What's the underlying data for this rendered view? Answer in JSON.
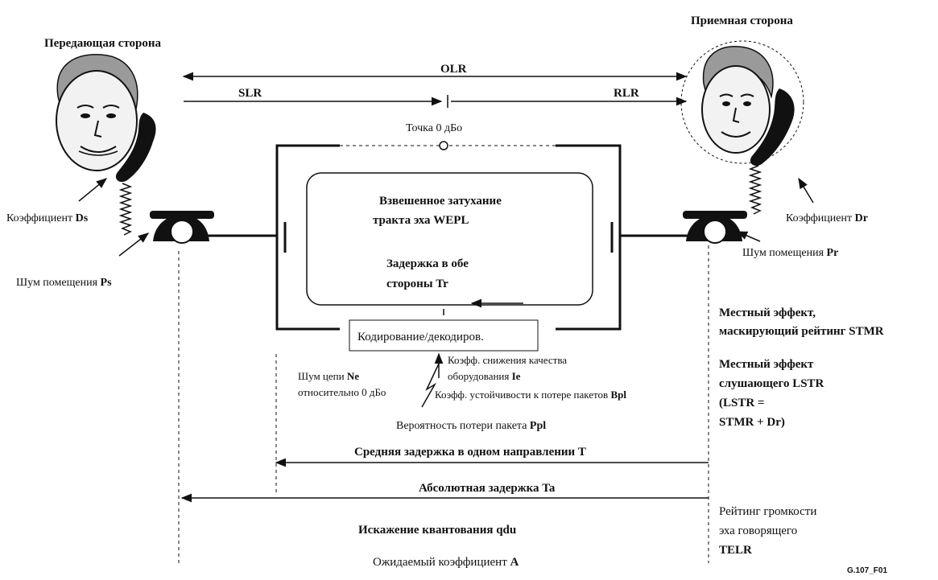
{
  "parties": {
    "sender_title": "Передающая сторона",
    "receiver_title": "Приемная сторона"
  },
  "ratings": {
    "olr": "OLR",
    "slr": "SLR",
    "rlr": "RLR",
    "zero_point": "Точка 0 дБо"
  },
  "sender": {
    "coef_prefix": "Коэффициент ",
    "coef_symbol": "Ds",
    "noise_prefix": "Шум помещения ",
    "noise_symbol": "Ps"
  },
  "receiver": {
    "coef_prefix": "Коэффициент ",
    "coef_symbol": "Dr",
    "noise_prefix": "Шум помещения ",
    "noise_symbol": "Pr"
  },
  "loop": {
    "wepl_line1": "Взвешенное затухание",
    "wepl_line2_prefix": "тракта эха ",
    "wepl_line2_symbol": "WEPL",
    "tr_line1": "Задержка в обе",
    "tr_line2_prefix": "стороны ",
    "tr_line2_symbol": "Tr"
  },
  "codec": {
    "label": "Кодирование/декодиров."
  },
  "impairments": {
    "ne_line1_prefix": "Шум цепи ",
    "ne_line1_symbol": "Ne",
    "ne_line2": "относительно 0 дБо",
    "ie_line1": "Коэфф. снижения качества",
    "ie_line2_prefix": "оборудования ",
    "ie_line2_symbol": "Ie",
    "bpl_prefix": "Коэфф. устойчивости к потере пакетов ",
    "bpl_symbol": "Bpl",
    "ppl_prefix": "Вероятность потери пакета ",
    "ppl_symbol": "Ppl"
  },
  "delays": {
    "t_label": "Средняя задержка в одном направлении T",
    "ta_label": "Абсолютная задержка Ta",
    "qdu_prefix": "Искажение квантования ",
    "qdu_symbol": "qdu",
    "a_prefix": "Ожидаемый коэффициент ",
    "a_symbol": "A"
  },
  "sidetone": {
    "stmr_line1": "Местный эффект,",
    "stmr_line2": "маскирующий рейтинг STMR",
    "lstr_line1": "Местный эффект",
    "lstr_line2": "слушающего LSTR",
    "lstr_line3": "(LSTR =",
    "lstr_line4": "STMR + Dr)"
  },
  "talker_echo": {
    "line1": "Рейтинг громкости",
    "line2": "эха говорящего",
    "line3": "TELR"
  },
  "figure_code": "G.107_F01"
}
